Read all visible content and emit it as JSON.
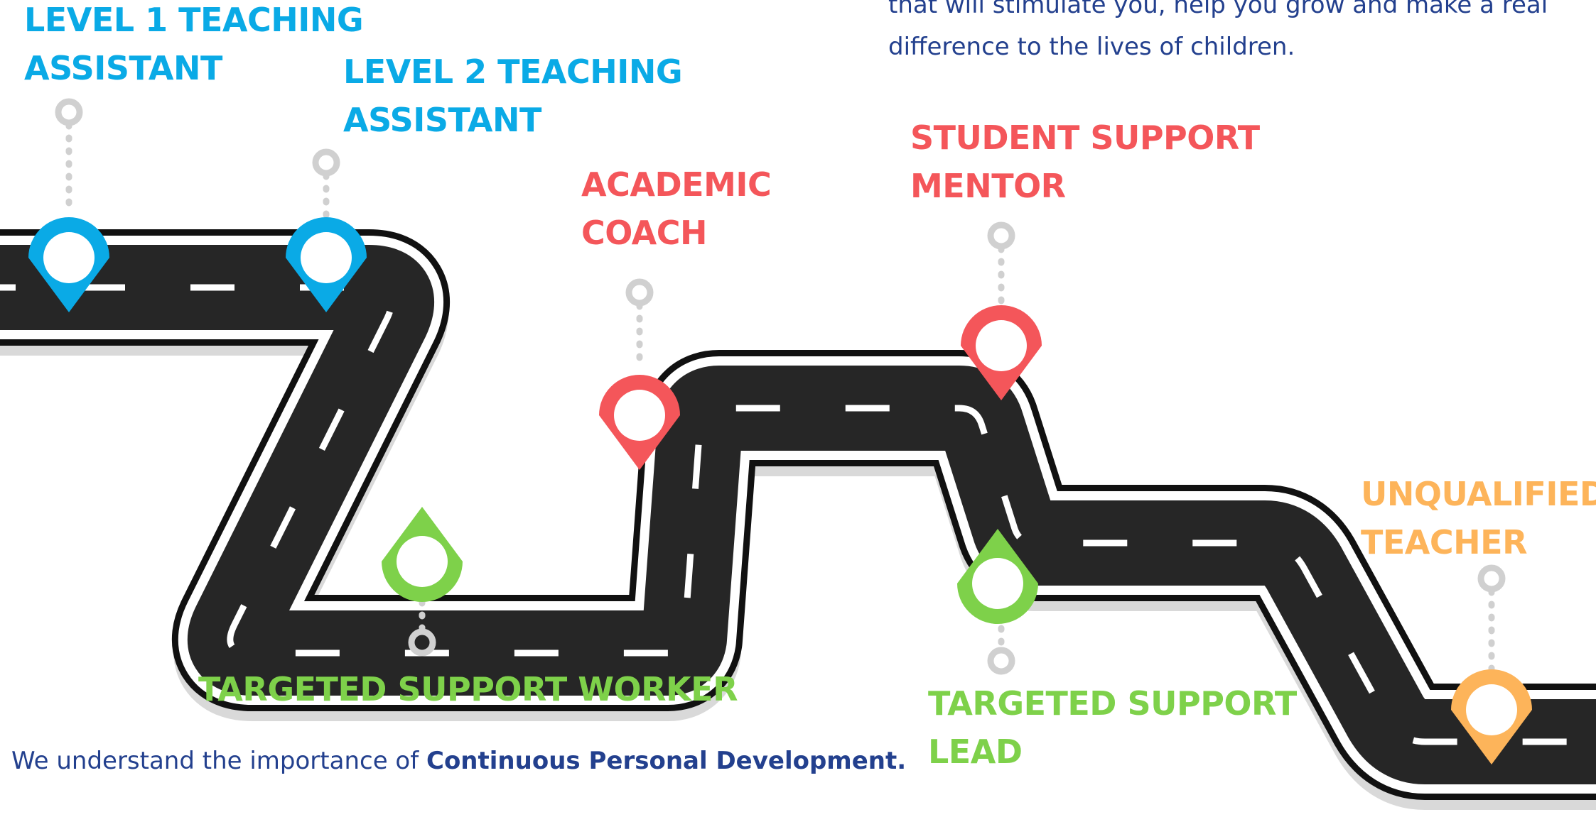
{
  "intro": {
    "line1": "that will stimulate you, help you grow and make a real",
    "line2": "difference to the lives of children."
  },
  "footer": {
    "prefix": "We understand the importance of ",
    "emphasis": "Continuous Personal Development."
  },
  "milestones": [
    {
      "id": "level-1-teaching-assistant",
      "lines": [
        "LEVEL 1 TEACHING",
        "ASSISTANT"
      ],
      "color": "#0aaae6"
    },
    {
      "id": "level-2-teaching-assistant",
      "lines": [
        "LEVEL 2 TEACHING",
        "ASSISTANT"
      ],
      "color": "#0aaae6"
    },
    {
      "id": "targeted-support-worker",
      "lines": [
        "TARGETED SUPPORT WORKER"
      ],
      "color": "#7ed14a"
    },
    {
      "id": "academic-coach",
      "lines": [
        "ACADEMIC",
        "COACH"
      ],
      "color": "#f4565a"
    },
    {
      "id": "student-support-mentor",
      "lines": [
        "STUDENT SUPPORT",
        "MENTOR"
      ],
      "color": "#f4565a"
    },
    {
      "id": "targeted-support-lead",
      "lines": [
        "TARGETED SUPPORT",
        "LEAD"
      ],
      "color": "#7ed14a"
    },
    {
      "id": "unqualified-teacher",
      "lines": [
        "UNQUALIFIED",
        "TEACHER"
      ],
      "color": "#fdb45a"
    }
  ],
  "colors": {
    "road": "#262626",
    "road_edge": "#ffffff",
    "road_shadow": "#d9d9d9",
    "connector": "#d0d0d0",
    "text_navy": "#23408e"
  }
}
